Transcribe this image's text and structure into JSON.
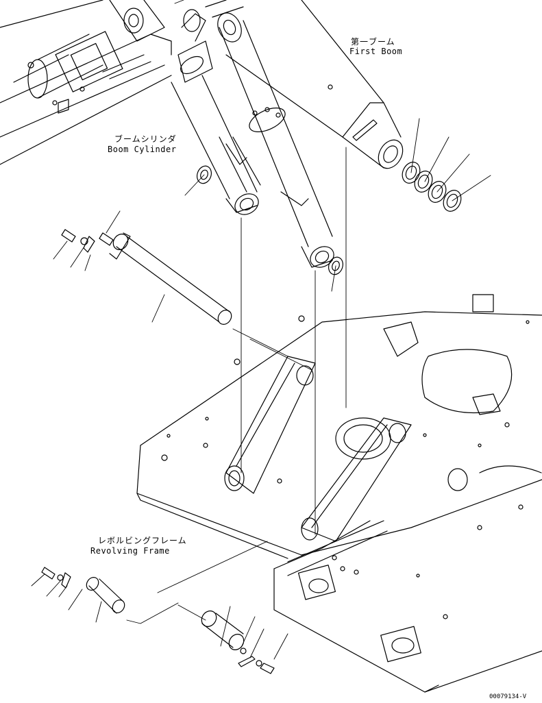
{
  "labels": {
    "first_boom": {
      "jp": "第一ブーム",
      "en": "First Boom"
    },
    "boom_cylinder": {
      "jp": "ブームシリンダ",
      "en": "Boom Cylinder"
    },
    "revolving_frame": {
      "jp": "レボルビングフレーム",
      "en": "Revolving Frame"
    }
  },
  "drawing_number": "00079134-V"
}
